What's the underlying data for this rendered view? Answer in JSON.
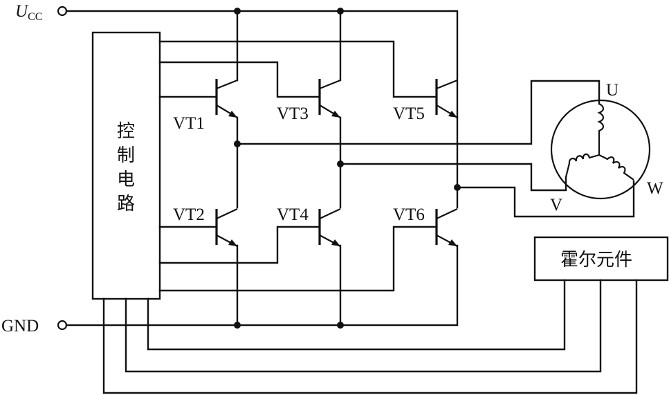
{
  "supply": {
    "ucc_label": "U",
    "ucc_subscript": "CC",
    "gnd_label": "GND"
  },
  "control_circuit": {
    "chars": [
      "控",
      "制",
      "电",
      "路"
    ]
  },
  "transistors": [
    "VT1",
    "VT2",
    "VT3",
    "VT4",
    "VT5",
    "VT6"
  ],
  "motor": {
    "phase_u": "U",
    "phase_v": "V",
    "phase_w": "W"
  },
  "hall_element": {
    "label": "霍尔元件"
  }
}
